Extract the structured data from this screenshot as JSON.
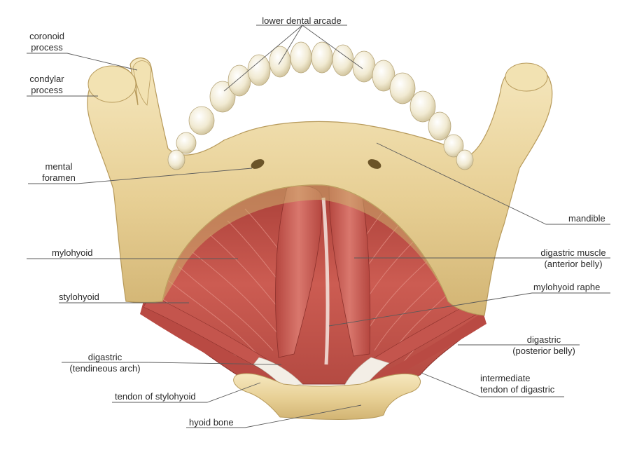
{
  "labels": {
    "lower_dental_arcade": "lower dental arcade",
    "coronoid_process": [
      "coronoid",
      "process"
    ],
    "condylar_process": [
      "condylar",
      "process"
    ],
    "mental_foramen": [
      "mental",
      "foramen"
    ],
    "mandible": "mandible",
    "mylohyoid": "mylohyoid",
    "digastric_anterior": [
      "digastric muscle",
      "(anterior belly)"
    ],
    "stylohyoid": "stylohyoid",
    "mylohyoid_raphe": "mylohyoid raphe",
    "digastric_posterior": [
      "digastric",
      "(posterior belly)"
    ],
    "digastric_tendineous_arch": [
      "digastric",
      "(tendineous arch)"
    ],
    "intermediate_tendon": [
      "intermediate",
      "tendon of digastric"
    ],
    "tendon_of_stylohyoid": "tendon of stylohyoid",
    "hyoid_bone": "hyoid bone"
  },
  "colors": {
    "bone": "#e9d39c",
    "bone_shadow": "#c9aa62",
    "bone_highlight": "#f7ecc8",
    "muscle": "#c8564e",
    "muscle_dark": "#9e3a34",
    "muscle_light": "#de8a80",
    "tendon": "#f1ece4",
    "tooth": "#f5f0df"
  }
}
